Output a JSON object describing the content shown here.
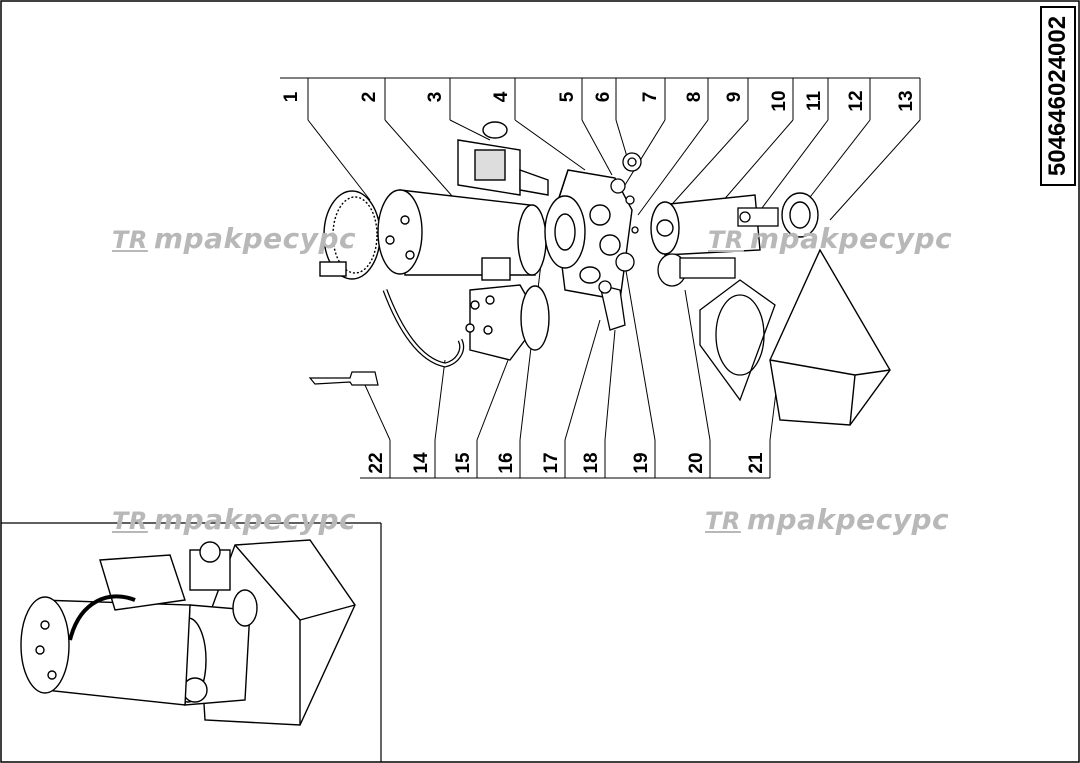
{
  "part_number": "504646024002",
  "watermark": {
    "text": "mpakpecypc",
    "logo": "TR"
  },
  "callouts": [
    "1",
    "2",
    "3",
    "4",
    "5",
    "6",
    "7",
    "8",
    "9",
    "10",
    "11",
    "12",
    "13",
    "14",
    "15",
    "16",
    "17",
    "18",
    "19",
    "20",
    "21",
    "22"
  ]
}
